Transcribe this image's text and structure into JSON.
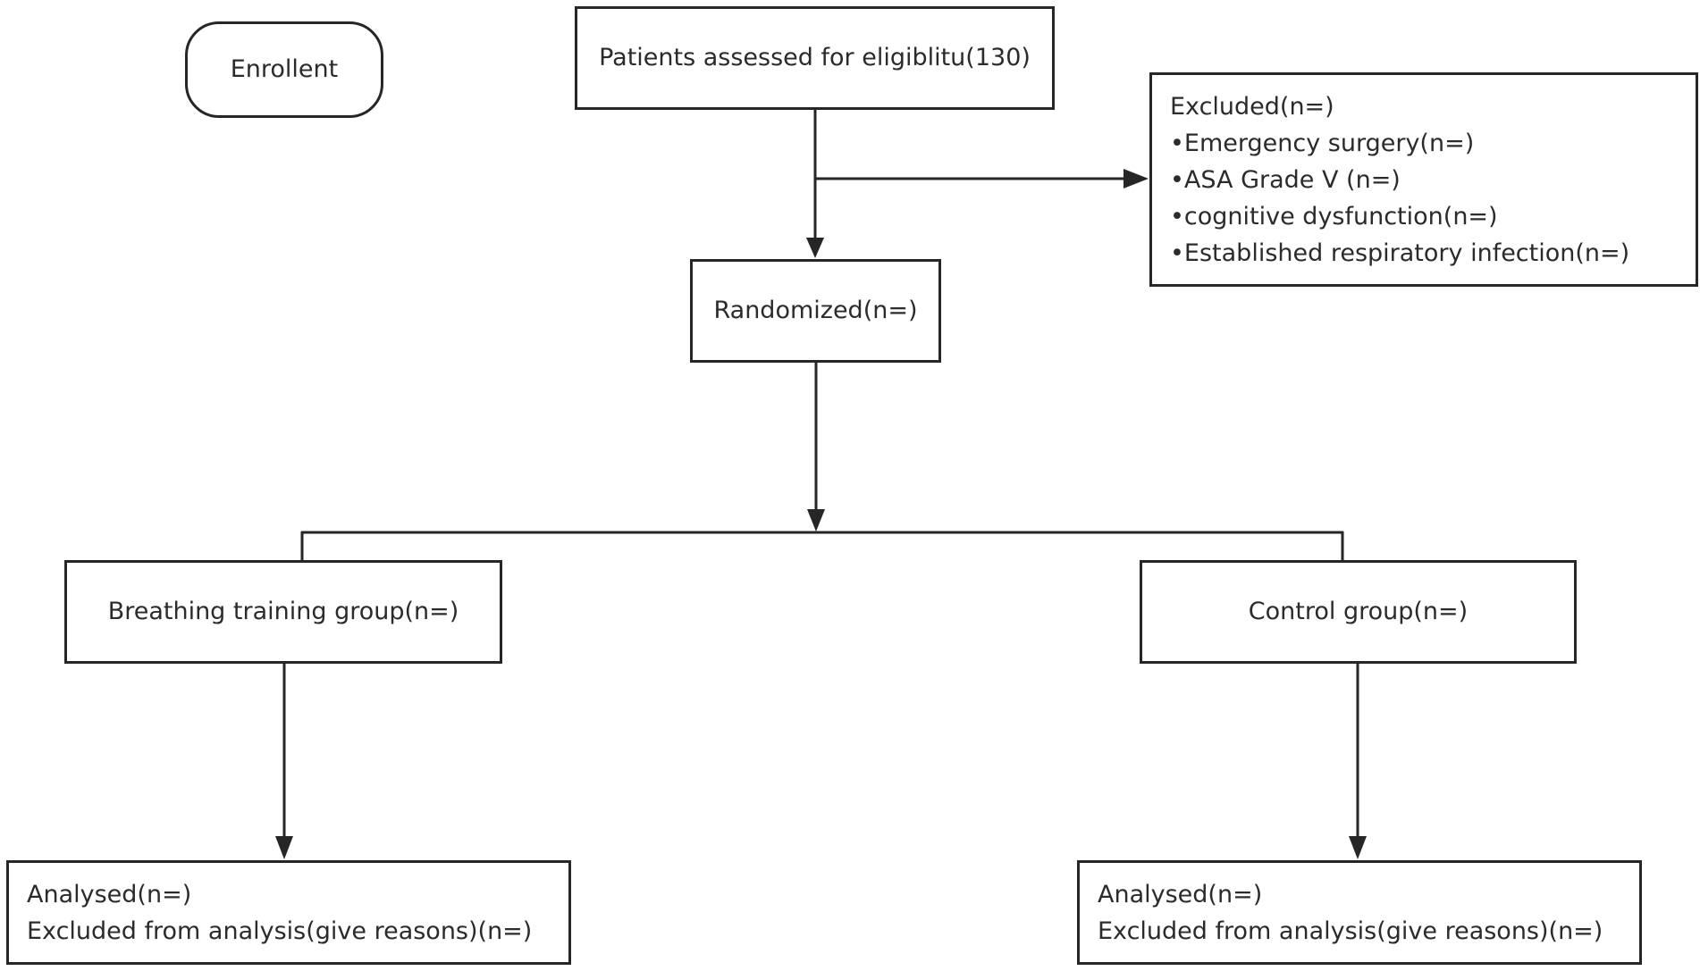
{
  "enrollment": {
    "label": "Enrollent"
  },
  "assessment": {
    "label": "Patients assessed for eligiblitu(130)"
  },
  "exclusion": {
    "title": "Excluded(n=)",
    "items": [
      "•Emergency surgery(n=)",
      "•ASA Grade V  (n=)",
      "•cognitive dysfunction(n=)",
      "•Established respiratory infection(n=)"
    ]
  },
  "randomization": {
    "label": "Randomized(n=)"
  },
  "groups": [
    {
      "label": "Breathing training group(n=)",
      "analysis": {
        "analysed": "Analysed(n=)",
        "excluded": "Excluded from analysis(give reasons)(n=)"
      }
    },
    {
      "label": "Control group(n=)",
      "analysis": {
        "analysed": "Analysed(n=)",
        "excluded": "Excluded from analysis(give reasons)(n=)"
      }
    }
  ],
  "colors": {
    "line": "#262626",
    "text": "#2b2b2b",
    "background": "#ffffff"
  }
}
